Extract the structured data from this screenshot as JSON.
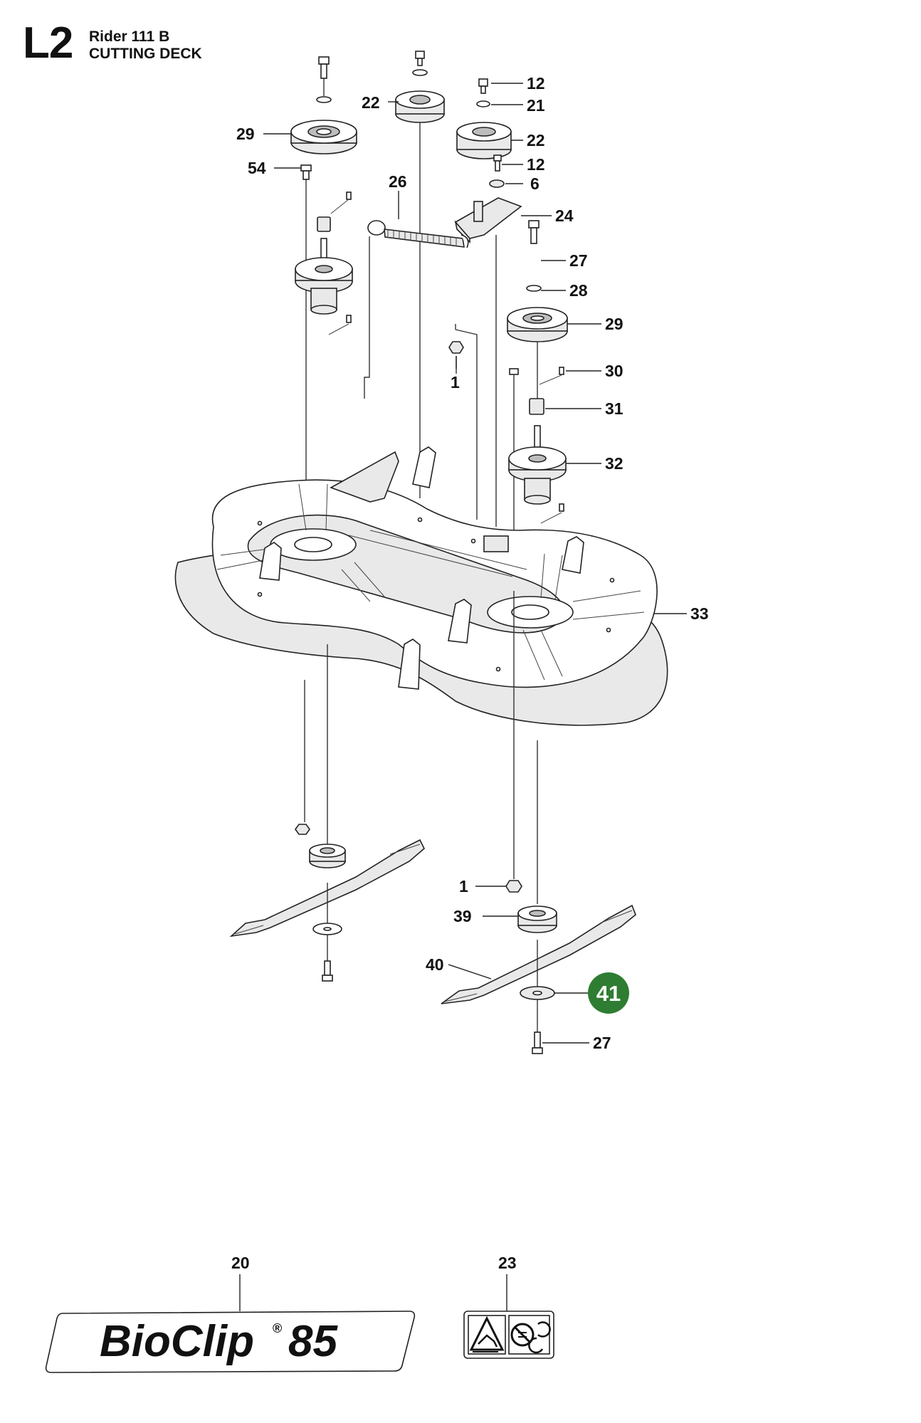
{
  "header": {
    "code": "L2",
    "model": "Rider 111 B",
    "title": "CUTTING DECK"
  },
  "callouts": [
    {
      "id": "c12a",
      "text": "12"
    },
    {
      "id": "c22a",
      "text": "22"
    },
    {
      "id": "c21",
      "text": "21"
    },
    {
      "id": "c29a",
      "text": "29"
    },
    {
      "id": "c22b",
      "text": "22"
    },
    {
      "id": "c54",
      "text": "54"
    },
    {
      "id": "c12b",
      "text": "12"
    },
    {
      "id": "c26",
      "text": "26"
    },
    {
      "id": "c6",
      "text": "6"
    },
    {
      "id": "c24",
      "text": "24"
    },
    {
      "id": "c27a",
      "text": "27"
    },
    {
      "id": "c28",
      "text": "28"
    },
    {
      "id": "c29b",
      "text": "29"
    },
    {
      "id": "c1a",
      "text": "1"
    },
    {
      "id": "c30",
      "text": "30"
    },
    {
      "id": "c31",
      "text": "31"
    },
    {
      "id": "c32",
      "text": "32"
    },
    {
      "id": "c33",
      "text": "33"
    },
    {
      "id": "c1b",
      "text": "1"
    },
    {
      "id": "c39",
      "text": "39"
    },
    {
      "id": "c40",
      "text": "40"
    },
    {
      "id": "c41",
      "text": "41"
    },
    {
      "id": "c27b",
      "text": "27"
    },
    {
      "id": "c20",
      "text": "20"
    },
    {
      "id": "c23",
      "text": "23"
    }
  ],
  "highlight": {
    "color": "#2e7d32",
    "text_color": "#ffffff"
  },
  "decal_bioclip": {
    "brand": "BioClip",
    "mark": "®",
    "number": "85"
  },
  "decal_warning": {
    "icons": [
      "hand-cut-warning-icon",
      "no-hands-rotating-blade-icon"
    ]
  }
}
